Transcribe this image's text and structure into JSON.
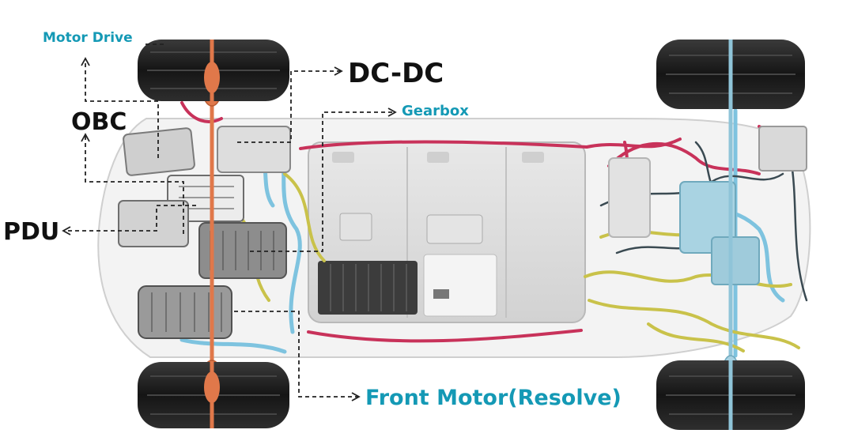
{
  "labels": {
    "motor_drive": "Motor Drive",
    "dc_dc": "DC-DC",
    "gearbox": "Gearbox",
    "obc": "OBC",
    "pdu": "PDU",
    "front_motor": "Front Motor(Resolve)"
  },
  "colors": {
    "label_accent": "#1499b5",
    "label_dark": "#111111",
    "tire": "#1b1b1b",
    "axle": "#e0784a",
    "battery": "#dcdcdc",
    "harness_yellow": "#c9c24a",
    "harness_red": "#c8325a",
    "harness_blue": "#7ec3df",
    "leader_line": "#222222"
  }
}
